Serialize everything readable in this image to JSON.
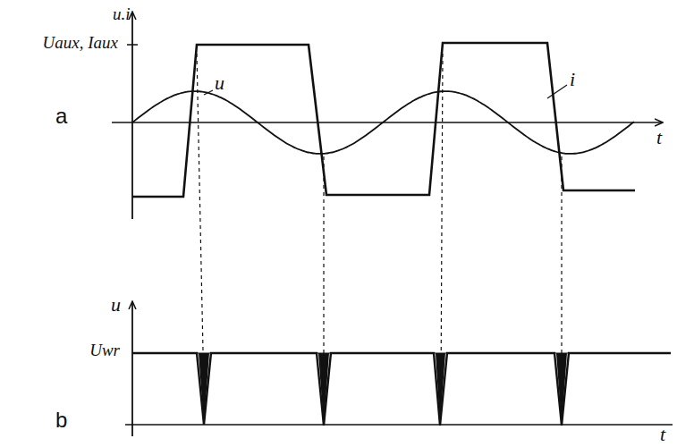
{
  "diagram": {
    "labels": [
      "u.i",
      "Uaux, Iaux",
      "u",
      "i",
      "a",
      "t",
      "u",
      "Uwr",
      "b",
      "t"
    ]
  }
}
